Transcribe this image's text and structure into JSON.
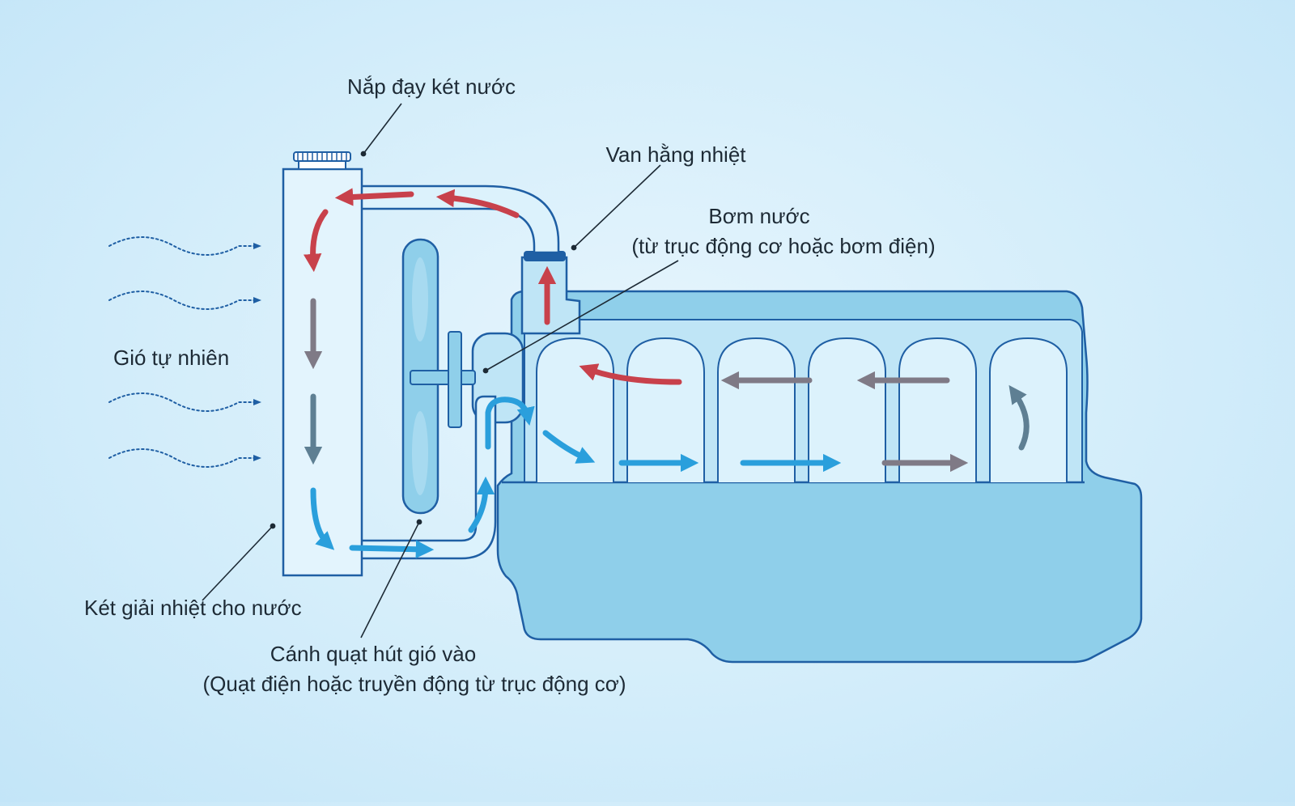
{
  "labels": {
    "radiator_cap": "Nắp đạy két nước",
    "thermostat": "Van hằng nhiệt",
    "pump_line1": "Bơm nước",
    "pump_line2": "(từ trục động cơ hoặc bơm điện)",
    "natural_wind": "Gió tự nhiên",
    "radiator": "Két giải nhiệt cho nước",
    "fan_line1": "Cánh quạt hút gió vào",
    "fan_line2": "(Quạt điện hoặc truyền động từ trục động cơ)"
  },
  "colors": {
    "background": "#d3edfa",
    "outline": "#1f5fa4",
    "engine_fill": "#8fcfea",
    "radiator_fill": "#e3f4fd",
    "hot": "#c8414b",
    "warm": "#7f7a86",
    "mid": "#5e7f93",
    "cold": "#2a9fdc",
    "wind": "#1f5fa4",
    "text": "#1d2a35"
  },
  "icons": [
    "wind-wave-icon",
    "flow-arrow-icon",
    "fan-blade-icon",
    "radiator-cap-icon"
  ]
}
